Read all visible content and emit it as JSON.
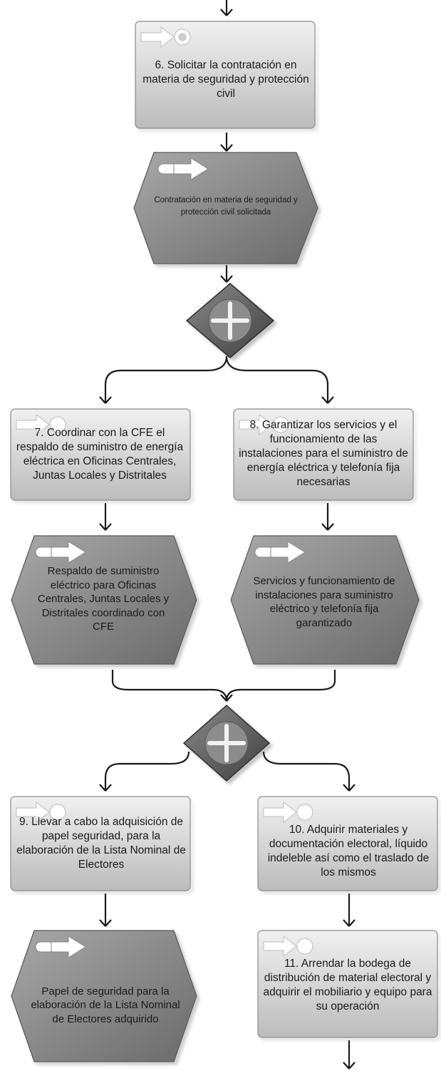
{
  "diagram": {
    "functions": [
      {
        "id": "f6",
        "text": "6. Solicitar la contratación en materia de seguridad y protección civil"
      },
      {
        "id": "f7",
        "text": "7. Coordinar con la CFE el respaldo de suministro de energía eléctrica en Oficinas Centrales, Juntas Locales y Distritales"
      },
      {
        "id": "f8",
        "text": "8. Garantizar los servicios y el funcionamiento de las instalaciones para el suministro de energía eléctrica y telefonía fija necesarias"
      },
      {
        "id": "f9",
        "text": "9. Llevar a cabo la adquisición de papel seguridad, para la elaboración de la Lista Nominal de Electores"
      },
      {
        "id": "f10",
        "text": "10. Adquirir materiales y documentación electoral, líquido indeleble así como el traslado de los mismos"
      },
      {
        "id": "f11",
        "text": "11. Arrendar la bodega de distribución de material electoral y adquirir el mobiliario y equipo para su operación"
      }
    ],
    "events": [
      {
        "id": "e6",
        "text": "Contratación en materia de seguridad y protección civil solicitada"
      },
      {
        "id": "e7",
        "text": "Respaldo de suministro eléctrico para Oficinas Centrales, Juntas Locales y Distritales coordinado con CFE"
      },
      {
        "id": "e8",
        "text": "Servicios y funcionamiento de instalaciones para suministro eléctrico y telefonía fija garantizado"
      },
      {
        "id": "e9",
        "text": "Papel de seguridad para la elaboración de la Lista Nominal de Electores adquirido"
      }
    ],
    "connectors": [
      {
        "id": "and1",
        "type": "AND"
      },
      {
        "id": "and2",
        "type": "AND"
      }
    ],
    "icons": {
      "function": "function-gear-arrow-icon",
      "event": "event-arrow-icon",
      "connector": "plus-icon"
    },
    "colors": {
      "function_fill_light": "#ececec",
      "function_fill_dark": "#bdbdbd",
      "event_fill_light": "#9a9a9a",
      "event_fill_dark": "#6e6e6e",
      "connector_fill": "#6b6b6b",
      "line": "#1a1a1a"
    }
  }
}
